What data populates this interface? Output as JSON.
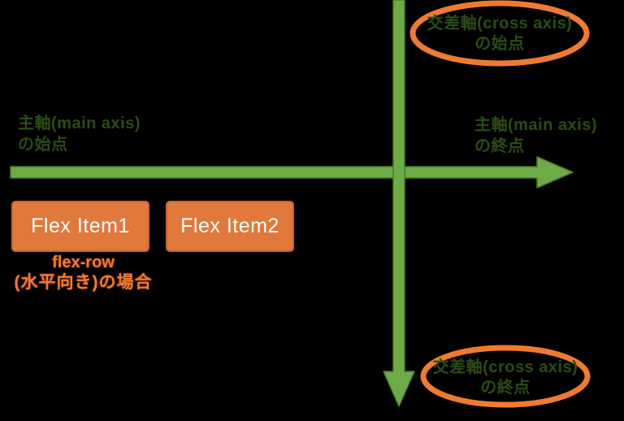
{
  "diagram": {
    "type": "flexbox-axes-diagram",
    "labels": {
      "main_axis_start": {
        "line1": "主軸(main axis)",
        "line2": "の始点"
      },
      "main_axis_end": {
        "line1": "主軸(main axis)",
        "line2": "の終点"
      },
      "cross_axis_start": {
        "line1": "交差軸(cross axis)",
        "line2": "の始点"
      },
      "cross_axis_end": {
        "line1": "交差軸(cross axis)",
        "line2": "の終点"
      }
    },
    "flex_items": [
      {
        "label": "Flex Item1"
      },
      {
        "label": "Flex Item2"
      }
    ],
    "caption": {
      "line1": "flex-row",
      "line2": "(水平向き)の場合"
    }
  },
  "colors": {
    "background": "#000000",
    "axis_green": "#6CAB46",
    "axis_green_dark": "#4E7B2E",
    "ellipse_orange": "#EE7B31",
    "box_orange": "#E1793C",
    "box_border": "#C9662A",
    "box_text": "#FFFFFF",
    "axis_label_dark_green": "#2B4C15",
    "caption_orange": "#EE7B31"
  }
}
